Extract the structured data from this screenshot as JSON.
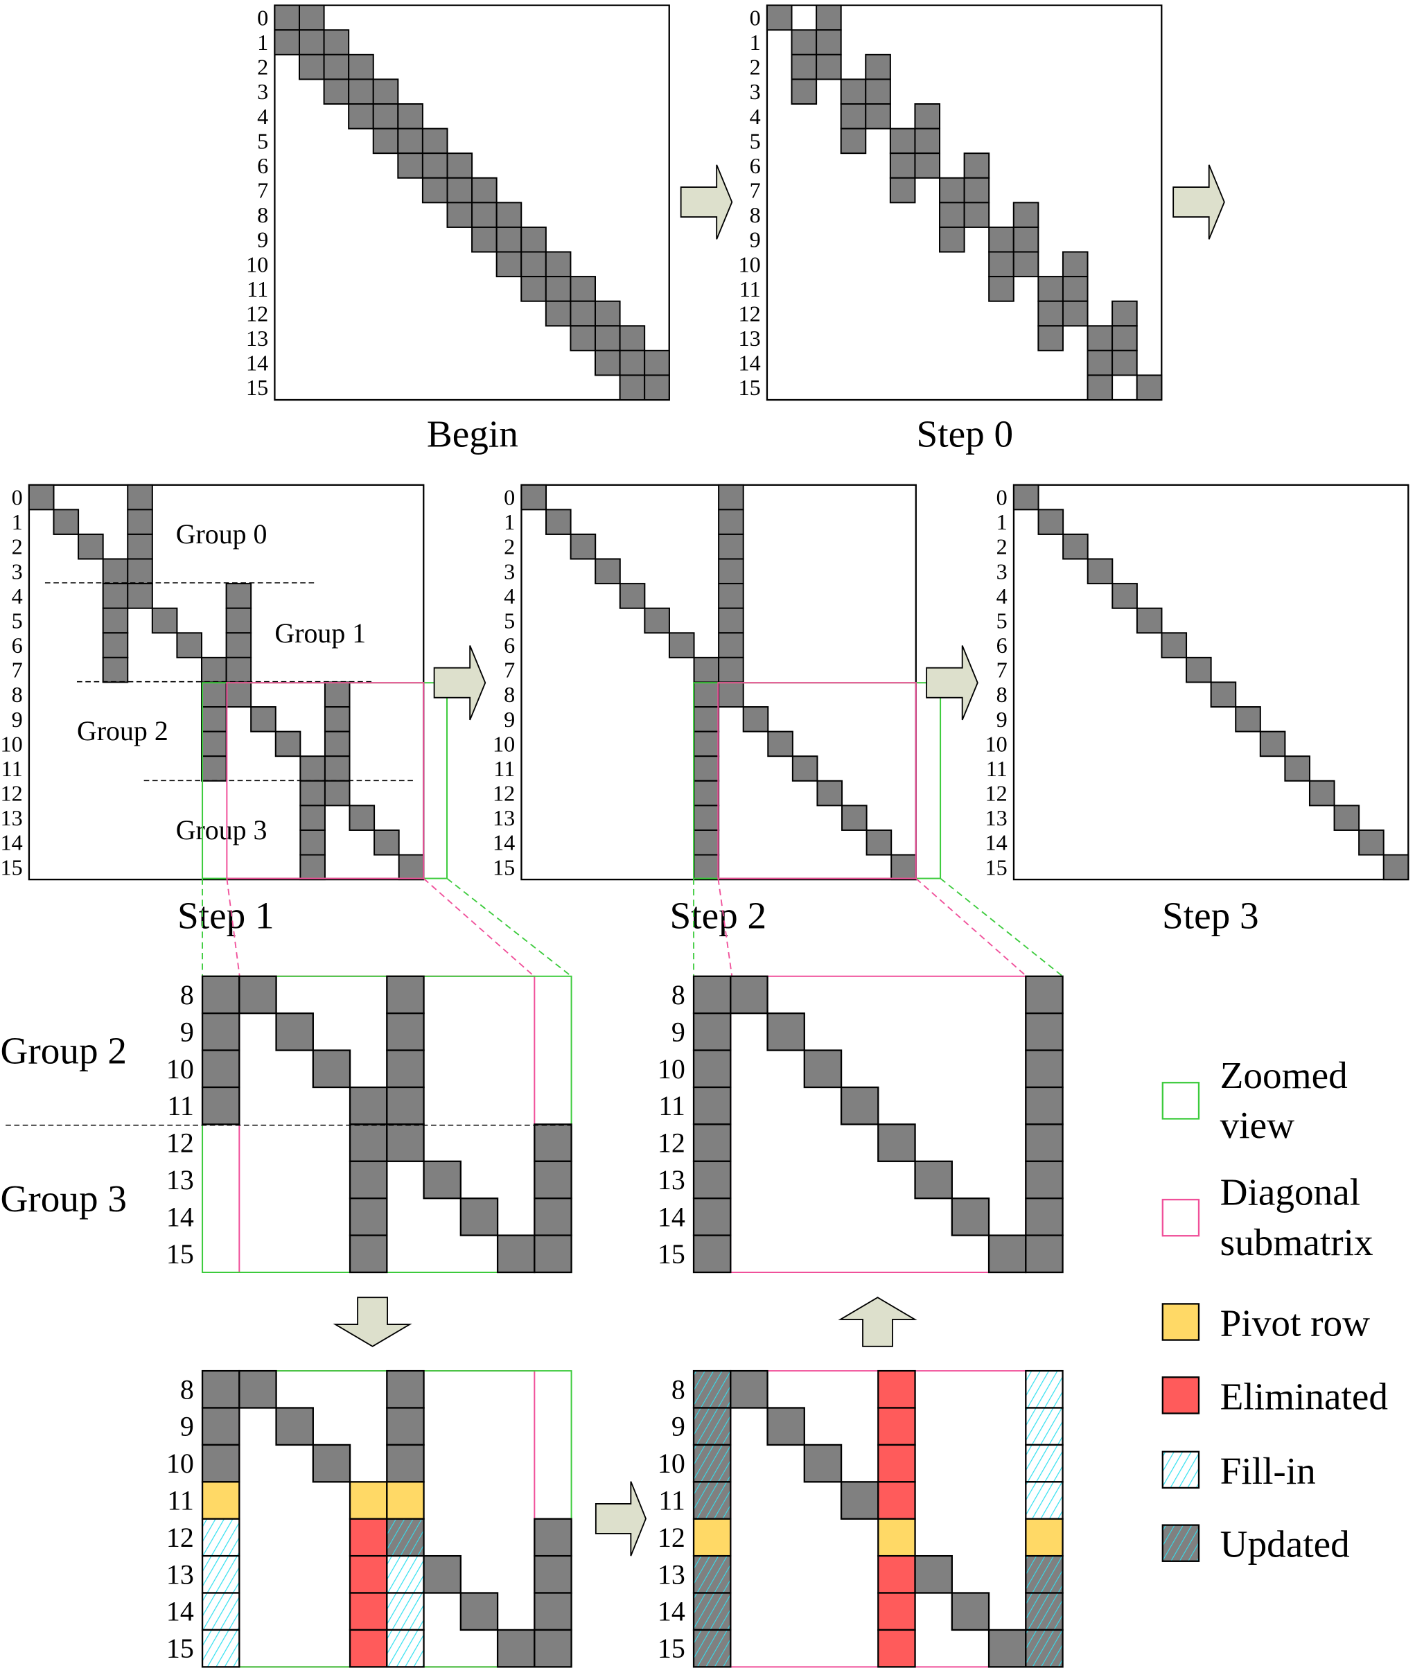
{
  "colors": {
    "nonzero": "#808080",
    "pivot": "#FFD966",
    "eliminated": "#FF5B5B",
    "fillin": "#33E0F0",
    "zoom_box": "#3CCB3C",
    "diag_box": "#F0509A",
    "arrow": "#DDE0CC"
  },
  "row_labels": [
    "0",
    "1",
    "2",
    "3",
    "4",
    "5",
    "6",
    "7",
    "8",
    "9",
    "10",
    "11",
    "12",
    "13",
    "14",
    "15"
  ],
  "zoom_row_labels": [
    "8",
    "9",
    "10",
    "11",
    "12",
    "13",
    "14",
    "15"
  ],
  "matrices": [
    {
      "title": "Begin",
      "pattern": [
        [
          0,
          1
        ],
        [
          0,
          1,
          2
        ],
        [
          1,
          2,
          3
        ],
        [
          2,
          3,
          4
        ],
        [
          3,
          4,
          5
        ],
        [
          4,
          5,
          6
        ],
        [
          5,
          6,
          7
        ],
        [
          6,
          7,
          8
        ],
        [
          7,
          8,
          9
        ],
        [
          8,
          9,
          10
        ],
        [
          9,
          10,
          11
        ],
        [
          10,
          11,
          12
        ],
        [
          11,
          12,
          13
        ],
        [
          12,
          13,
          14
        ],
        [
          13,
          14,
          15
        ],
        [
          14,
          15
        ]
      ]
    },
    {
      "title": "Step 0",
      "pattern": [
        [
          0,
          2
        ],
        [
          1,
          2
        ],
        [
          1,
          2,
          4
        ],
        [
          1,
          3,
          4
        ],
        [
          3,
          4,
          6
        ],
        [
          3,
          5,
          6
        ],
        [
          5,
          6,
          8
        ],
        [
          5,
          7,
          8
        ],
        [
          7,
          8,
          10
        ],
        [
          7,
          9,
          10
        ],
        [
          9,
          10,
          12
        ],
        [
          9,
          11,
          12
        ],
        [
          11,
          12,
          14
        ],
        [
          11,
          13,
          14
        ],
        [
          13,
          14
        ],
        [
          13,
          15
        ]
      ]
    },
    {
      "title": "Step 1",
      "pattern": [
        [
          0,
          4
        ],
        [
          1,
          4
        ],
        [
          2,
          4
        ],
        [
          3,
          4
        ],
        [
          3,
          4,
          8
        ],
        [
          3,
          5,
          8
        ],
        [
          3,
          6,
          8
        ],
        [
          3,
          7,
          8
        ],
        [
          7,
          8,
          12
        ],
        [
          7,
          9,
          12
        ],
        [
          7,
          10,
          12
        ],
        [
          7,
          11,
          12
        ],
        [
          11,
          12
        ],
        [
          11,
          13
        ],
        [
          11,
          14
        ],
        [
          11,
          15
        ]
      ],
      "groups": [
        "Group 0",
        "Group 1",
        "Group 2",
        "Group 3"
      ]
    },
    {
      "title": "Step 2",
      "pattern": [
        [
          0,
          8
        ],
        [
          1,
          8
        ],
        [
          2,
          8
        ],
        [
          3,
          8
        ],
        [
          4,
          8
        ],
        [
          5,
          8
        ],
        [
          6,
          8
        ],
        [
          7,
          8
        ],
        [
          7,
          8
        ],
        [
          7,
          9
        ],
        [
          7,
          10
        ],
        [
          7,
          11
        ],
        [
          7,
          12
        ],
        [
          7,
          13
        ],
        [
          7,
          14
        ],
        [
          7,
          15
        ]
      ]
    },
    {
      "title": "Step 3",
      "pattern": [
        [
          0
        ],
        [
          1
        ],
        [
          2
        ],
        [
          3
        ],
        [
          4
        ],
        [
          5
        ],
        [
          6
        ],
        [
          7
        ],
        [
          8
        ],
        [
          9
        ],
        [
          10
        ],
        [
          11
        ],
        [
          12
        ],
        [
          13
        ],
        [
          14
        ],
        [
          15
        ]
      ]
    }
  ],
  "zoom_left": {
    "groups": [
      "Group 2",
      "Group 3"
    ],
    "cells": [
      [
        [
          0,
          "g"
        ],
        [
          1,
          "g"
        ],
        [
          5,
          "g"
        ]
      ],
      [
        [
          0,
          "g"
        ],
        [
          2,
          "g"
        ],
        [
          5,
          "g"
        ]
      ],
      [
        [
          0,
          "g"
        ],
        [
          3,
          "g"
        ],
        [
          5,
          "g"
        ]
      ],
      [
        [
          0,
          "g"
        ],
        [
          4,
          "g"
        ],
        [
          5,
          "g"
        ]
      ],
      [
        [
          4,
          "g"
        ],
        [
          5,
          "g"
        ],
        [
          9,
          "g"
        ]
      ],
      [
        [
          4,
          "g"
        ],
        [
          6,
          "g"
        ],
        [
          9,
          "g"
        ]
      ],
      [
        [
          4,
          "g"
        ],
        [
          7,
          "g"
        ],
        [
          9,
          "g"
        ]
      ],
      [
        [
          4,
          "g"
        ],
        [
          8,
          "g"
        ],
        [
          9,
          "g"
        ]
      ]
    ]
  },
  "zoom_right": {
    "cells": [
      [
        [
          0,
          "g"
        ],
        [
          1,
          "g"
        ],
        [
          9,
          "g"
        ]
      ],
      [
        [
          0,
          "g"
        ],
        [
          2,
          "g"
        ],
        [
          9,
          "g"
        ]
      ],
      [
        [
          0,
          "g"
        ],
        [
          3,
          "g"
        ],
        [
          9,
          "g"
        ]
      ],
      [
        [
          0,
          "g"
        ],
        [
          4,
          "g"
        ],
        [
          9,
          "g"
        ]
      ],
      [
        [
          0,
          "g"
        ],
        [
          5,
          "g"
        ],
        [
          9,
          "g"
        ]
      ],
      [
        [
          0,
          "g"
        ],
        [
          6,
          "g"
        ],
        [
          9,
          "g"
        ]
      ],
      [
        [
          0,
          "g"
        ],
        [
          7,
          "g"
        ],
        [
          9,
          "g"
        ]
      ],
      [
        [
          0,
          "g"
        ],
        [
          8,
          "g"
        ],
        [
          9,
          "g"
        ]
      ]
    ]
  },
  "elim_left": {
    "cells": [
      [
        [
          0,
          "g"
        ],
        [
          1,
          "g"
        ],
        [
          5,
          "g"
        ]
      ],
      [
        [
          0,
          "g"
        ],
        [
          2,
          "g"
        ],
        [
          5,
          "g"
        ]
      ],
      [
        [
          0,
          "g"
        ],
        [
          3,
          "g"
        ],
        [
          5,
          "g"
        ]
      ],
      [
        [
          0,
          "p"
        ],
        [
          4,
          "p"
        ],
        [
          5,
          "p"
        ]
      ],
      [
        [
          0,
          "f"
        ],
        [
          4,
          "e"
        ],
        [
          5,
          "u"
        ],
        [
          9,
          "g"
        ]
      ],
      [
        [
          0,
          "f"
        ],
        [
          4,
          "e"
        ],
        [
          5,
          "f"
        ],
        [
          6,
          "g"
        ],
        [
          9,
          "g"
        ]
      ],
      [
        [
          0,
          "f"
        ],
        [
          4,
          "e"
        ],
        [
          5,
          "f"
        ],
        [
          7,
          "g"
        ],
        [
          9,
          "g"
        ]
      ],
      [
        [
          0,
          "f"
        ],
        [
          4,
          "e"
        ],
        [
          5,
          "f"
        ],
        [
          8,
          "g"
        ],
        [
          9,
          "g"
        ]
      ]
    ]
  },
  "elim_right": {
    "cells": [
      [
        [
          0,
          "u"
        ],
        [
          1,
          "g"
        ],
        [
          5,
          "e"
        ],
        [
          9,
          "f"
        ]
      ],
      [
        [
          0,
          "u"
        ],
        [
          2,
          "g"
        ],
        [
          5,
          "e"
        ],
        [
          9,
          "f"
        ]
      ],
      [
        [
          0,
          "u"
        ],
        [
          3,
          "g"
        ],
        [
          5,
          "e"
        ],
        [
          9,
          "f"
        ]
      ],
      [
        [
          0,
          "u"
        ],
        [
          4,
          "g"
        ],
        [
          5,
          "e"
        ],
        [
          9,
          "f"
        ]
      ],
      [
        [
          0,
          "p"
        ],
        [
          5,
          "p"
        ],
        [
          9,
          "p"
        ]
      ],
      [
        [
          0,
          "u"
        ],
        [
          5,
          "e"
        ],
        [
          6,
          "g"
        ],
        [
          9,
          "u"
        ]
      ],
      [
        [
          0,
          "u"
        ],
        [
          5,
          "e"
        ],
        [
          7,
          "g"
        ],
        [
          9,
          "u"
        ]
      ],
      [
        [
          0,
          "u"
        ],
        [
          5,
          "e"
        ],
        [
          8,
          "g"
        ],
        [
          9,
          "u"
        ]
      ]
    ]
  },
  "legend": [
    {
      "key": "zoom",
      "lines": [
        "Zoomed",
        "view"
      ]
    },
    {
      "key": "diag",
      "lines": [
        "Diagonal",
        "submatrix"
      ]
    },
    {
      "key": "p",
      "lines": [
        "Pivot row"
      ]
    },
    {
      "key": "e",
      "lines": [
        "Eliminated"
      ]
    },
    {
      "key": "f",
      "lines": [
        "Fill-in"
      ]
    },
    {
      "key": "u",
      "lines": [
        "Updated"
      ]
    }
  ]
}
